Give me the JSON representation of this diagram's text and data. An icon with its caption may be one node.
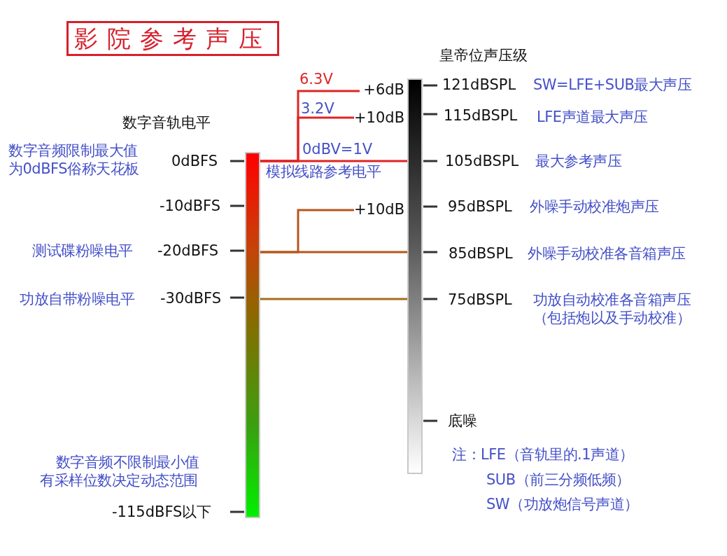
{
  "diagram": {
    "title": "影院参考声压",
    "nodes": [
      {
        "text": [],
        "shape": "bar"
      },
      {
        "text": [],
        "shape": "bar"
      },
      {
        "text": [
          "+6dB"
        ]
      },
      {
        "text": [
          "+10dB"
        ]
      },
      {
        "text": [
          "+10dB"
        ]
      }
    ],
    "edges": [
      {
        "from": 0,
        "to": 1,
        "arrow": "none",
        "label": "0dBV=1V",
        "color": "#e02424"
      },
      {
        "from": 0,
        "to": 2,
        "arrow": "none",
        "label": "6.3V",
        "color": "#e02424"
      },
      {
        "from": 0,
        "to": 3,
        "arrow": "none",
        "label": "3.2V",
        "color": "#e02424"
      },
      {
        "from": 0,
        "to": 1,
        "arrow": "none",
        "color": "#b5561c"
      },
      {
        "from": 0,
        "to": 4,
        "arrow": "none",
        "color": "#b5561c"
      },
      {
        "from": 0,
        "to": 1,
        "arrow": "none",
        "color": "#a26f1a"
      }
    ],
    "labels": [
      "数字音轨电平",
      "皇帝位声压级",
      "121dBSPL",
      "SW=LFE+SUB最大声压",
      "115dBSPL",
      "LFE声道最大声压",
      "数字音频限制最大值为0dBFS俗称天花板",
      "0dBFS",
      "105dBSPL",
      "最大参考声压",
      "模拟线路参考电平",
      "-10dBFS",
      "95dBSPL",
      "外噪手动校准炮声压",
      "测试碟粉噪电平",
      "-20dBFS",
      "85dBSPL",
      "外噪手动校准各音箱声压",
      "功放自带粉噪电平",
      "-30dBFS",
      "75dBSPL",
      "功放自动校准各音箱声压（包括炮以及手动校准）",
      "底噪",
      "数字音频不限制最小值有采样位数决定动态范围",
      "注：LFE（音轨里的.1声道）",
      "SUB（前三分频低频）",
      "SW（功放炮信号声道）",
      "-115dBFS以下"
    ]
  }
}
